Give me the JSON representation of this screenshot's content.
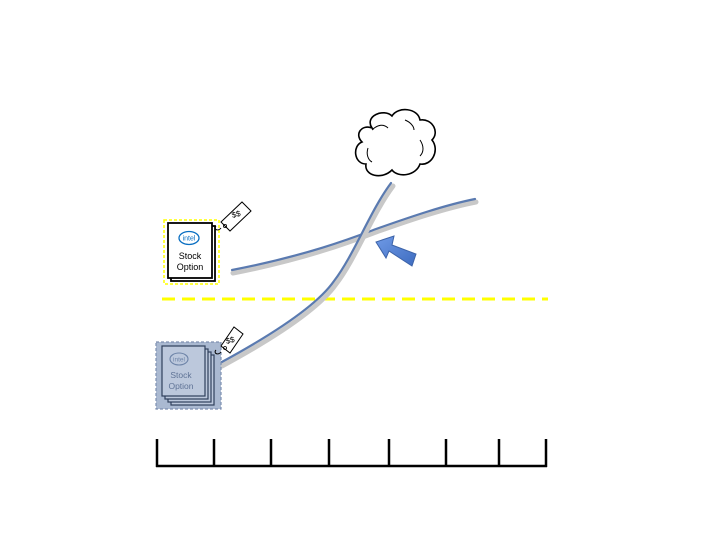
{
  "logo_text": "intel",
  "card_label_line1": "Stock",
  "card_label_line2": "Option",
  "price_tag_text": "$$",
  "colors": {
    "dashed_line": "#ffff00",
    "curve": "#5a7ab0",
    "curve_shadow": "#c8c8c8",
    "arrow": "#5b86d6",
    "faded_card_bg": "#aab9d1",
    "highlight_box": "#ffff00",
    "intel_blue": "#0a6fc2",
    "axis": "#000000"
  },
  "icons": [
    "cloud-icon",
    "intel-logo-icon",
    "price-tag-icon",
    "arrow-icon"
  ]
}
